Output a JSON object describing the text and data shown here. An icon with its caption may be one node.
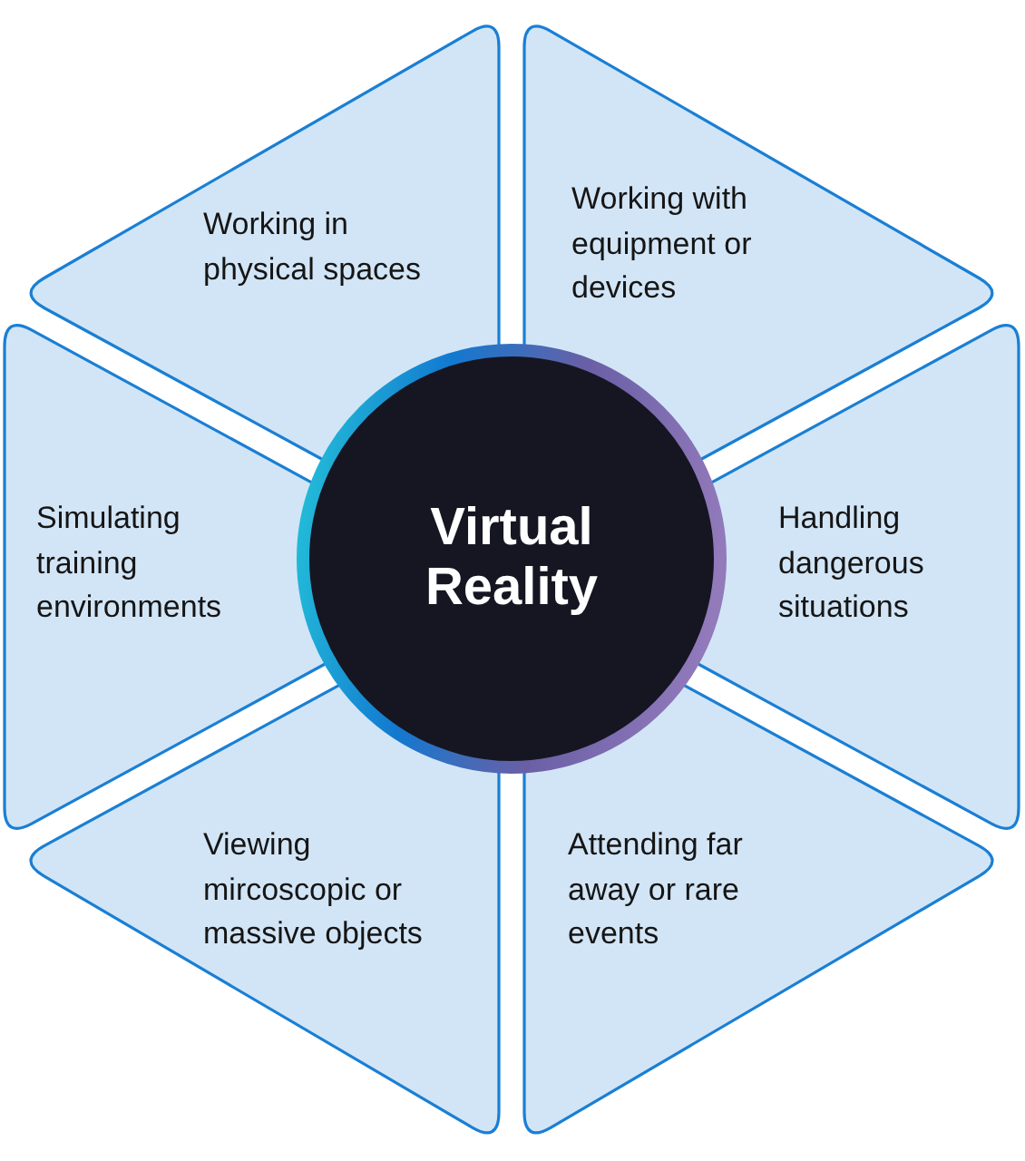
{
  "diagram": {
    "nodes": [
      {
        "text": [
          "Working in physical spaces"
        ]
      },
      {
        "text": [
          "Working with equipment or devices"
        ]
      },
      {
        "text": [
          "Simulating training environments"
        ]
      },
      {
        "text": [
          "Virtual Reality"
        ]
      },
      {
        "text": [
          "Handling dangerous situations"
        ]
      },
      {
        "text": [
          "Viewing mircoscopic or massive objects"
        ]
      },
      {
        "text": [
          "Attending far away or rare events"
        ]
      }
    ]
  }
}
